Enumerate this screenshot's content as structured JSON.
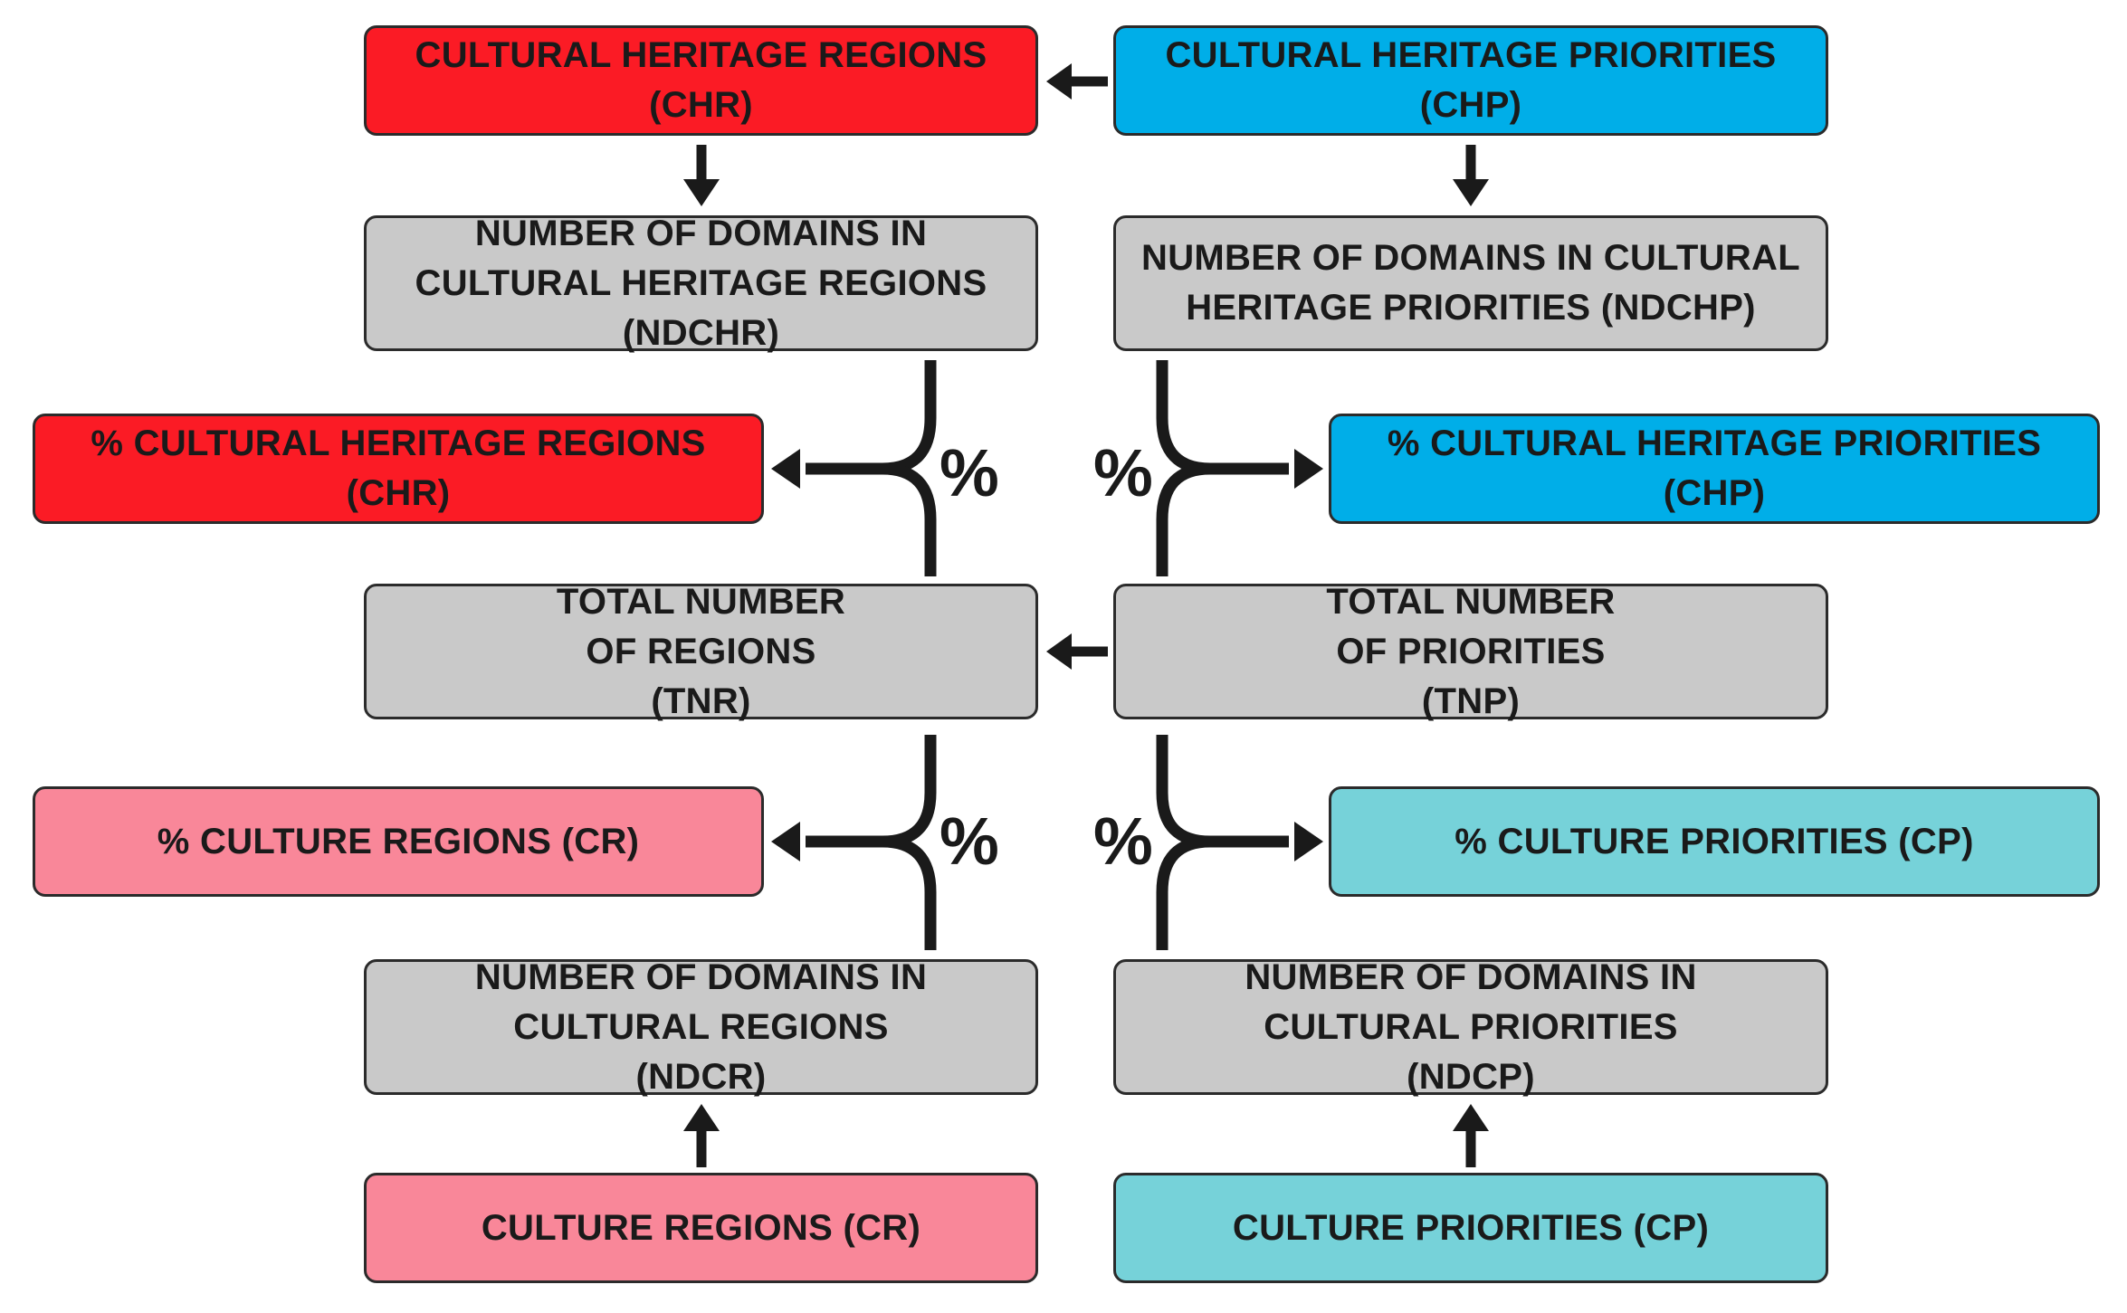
{
  "boxes": {
    "chr": "CULTURAL HERITAGE REGIONS (CHR)",
    "chp": "CULTURAL HERITAGE PRIORITIES (CHP)",
    "ndchr": "NUMBER OF DOMAINS IN CULTURAL HERITAGE REGIONS (NDCHR)",
    "ndchp": "NUMBER OF DOMAINS IN CULTURAL HERITAGE PRIORITIES (NDCHP)",
    "pct_chr": "% CULTURAL HERITAGE REGIONS (CHR)",
    "pct_chp": "% CULTURAL HERITAGE PRIORITIES (CHP)",
    "tnr": "TOTAL NUMBER OF REGIONS (TNR)",
    "tnp": "TOTAL NUMBER OF PRIORITIES (TNP)",
    "pct_cr": "% CULTURE REGIONS (CR)",
    "pct_cp": "% CULTURE PRIORITIES (CP)",
    "ndcr": "NUMBER OF DOMAINS IN CULTURAL REGIONS (NDCR)",
    "ndcp": "NUMBER OF DOMAINS IN CULTURAL PRIORITIES (NDCP)",
    "cr": "CULTURE REGIONS (CR)",
    "cp": "CULTURE PRIORITIES (CP)"
  },
  "operator_symbol": "%",
  "colors": {
    "cultural_heritage_regions": "#fb1b25",
    "cultural_heritage_priorities": "#00aee8",
    "culture_regions": "#f98799",
    "culture_priorities": "#76d2d9",
    "intermediate": "#c9c9c9",
    "arrows": "#1a1a1a"
  }
}
